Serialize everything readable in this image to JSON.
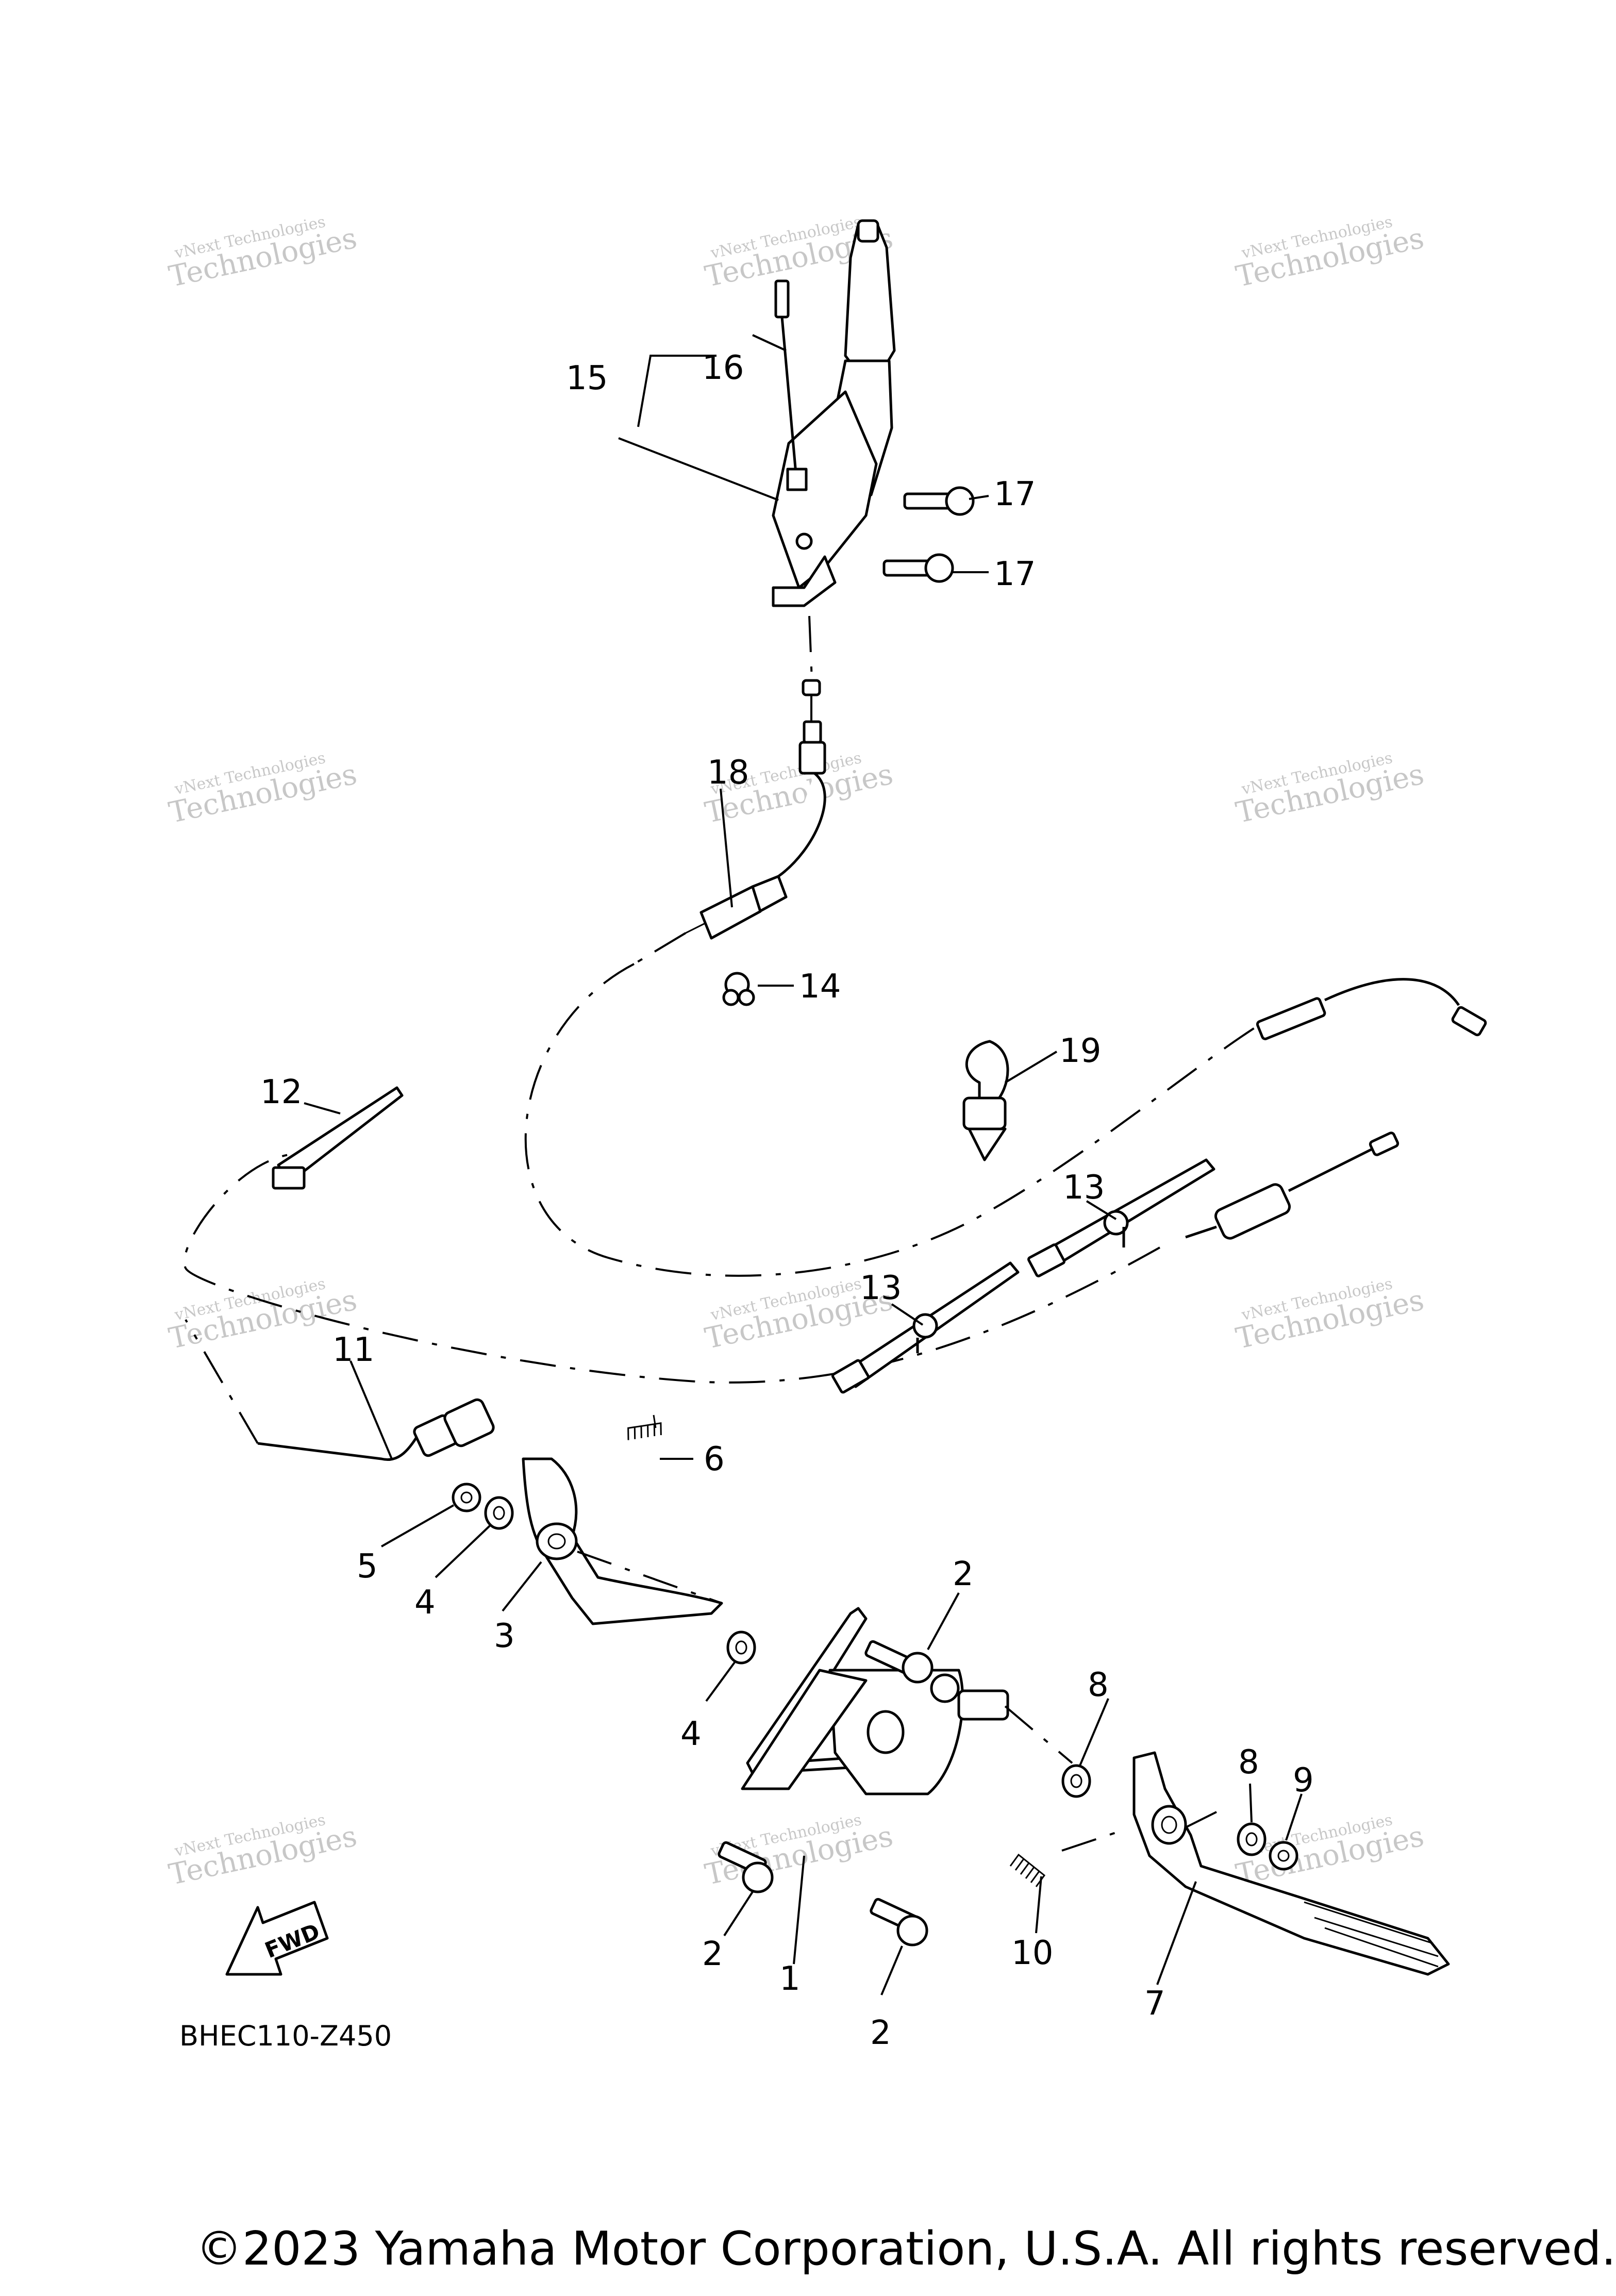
{
  "callouts": [
    {
      "id": "c15",
      "text": "15"
    },
    {
      "id": "c16",
      "text": "16"
    },
    {
      "id": "c17a",
      "text": "17"
    },
    {
      "id": "c17b",
      "text": "17"
    },
    {
      "id": "c18",
      "text": "18"
    },
    {
      "id": "c14",
      "text": "14"
    },
    {
      "id": "c19",
      "text": "19"
    },
    {
      "id": "c12",
      "text": "12"
    },
    {
      "id": "c13a",
      "text": "13"
    },
    {
      "id": "c13b",
      "text": "13"
    },
    {
      "id": "c11",
      "text": "11"
    },
    {
      "id": "c6",
      "text": "6"
    },
    {
      "id": "c5",
      "text": "5"
    },
    {
      "id": "c4a",
      "text": "4"
    },
    {
      "id": "c3",
      "text": "3"
    },
    {
      "id": "c2a",
      "text": "2"
    },
    {
      "id": "c4b",
      "text": "4"
    },
    {
      "id": "c8a",
      "text": "8"
    },
    {
      "id": "c8b",
      "text": "8"
    },
    {
      "id": "c9",
      "text": "9"
    },
    {
      "id": "c2b",
      "text": "2"
    },
    {
      "id": "c1",
      "text": "1"
    },
    {
      "id": "c10",
      "text": "10"
    },
    {
      "id": "c7",
      "text": "7"
    },
    {
      "id": "c2c",
      "text": "2"
    }
  ],
  "fwd_label": "FWD",
  "diagram_code": "BHEC110-Z450",
  "watermark": {
    "line1": "vNext Technologies",
    "line2": "Technologies"
  },
  "copyright": "©2023 Yamaha Motor Corporation, U.S.A. All rights reserved."
}
